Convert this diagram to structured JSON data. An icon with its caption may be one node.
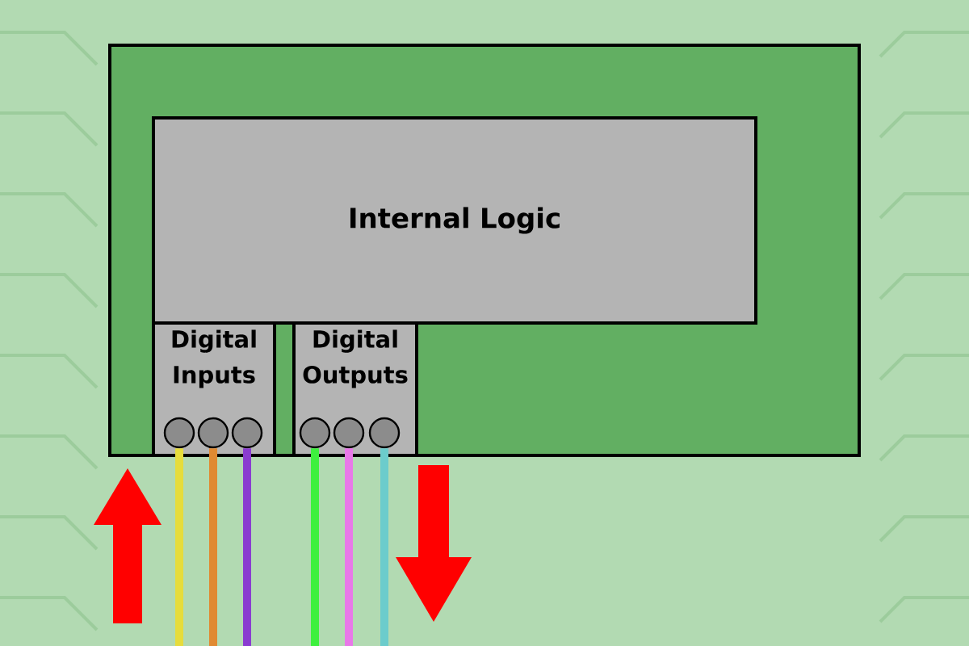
{
  "diagram": {
    "nodes": [
      {
        "text": [],
        "shape": "box"
      },
      {
        "text": [
          "Internal Logic"
        ],
        "in": 0
      },
      {
        "text": [
          "Digital Inputs"
        ],
        "in": 0
      },
      {
        "text": [
          "Digital Outputs"
        ],
        "in": 0
      },
      {
        "text": [],
        "shape": "circle",
        "in": 2
      },
      {
        "text": [],
        "shape": "circle",
        "in": 2
      },
      {
        "text": [],
        "shape": "circle",
        "in": 2
      },
      {
        "text": [],
        "shape": "circle",
        "in": 3
      },
      {
        "text": [],
        "shape": "circle",
        "in": 3
      },
      {
        "text": [],
        "shape": "circle",
        "in": 3
      }
    ],
    "edges": [
      {
        "from": 4,
        "to": null,
        "arrow": "none",
        "color": "#e6dc3c"
      },
      {
        "from": 5,
        "to": null,
        "arrow": "none",
        "color": "#e08a32"
      },
      {
        "from": 6,
        "to": null,
        "arrow": "none",
        "color": "#8a3cd0"
      },
      {
        "from": 7,
        "to": null,
        "arrow": "none",
        "color": "#3ef03e"
      },
      {
        "from": 8,
        "to": null,
        "arrow": "none",
        "color": "#e878e8"
      },
      {
        "from": 9,
        "to": null,
        "arrow": "none",
        "color": "#6ccccc"
      }
    ]
  }
}
